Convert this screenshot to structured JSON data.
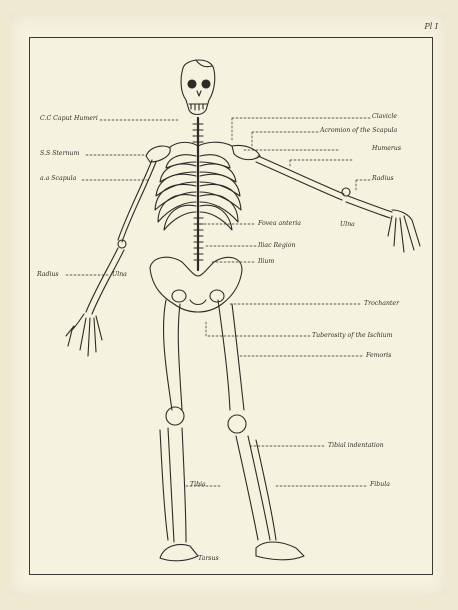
{
  "plate": {
    "number": "Pl I"
  },
  "labels": {
    "caput_humeri": "C.C Caput Humeri",
    "sternum": "S.S Sternum",
    "scapula": "a.a Scapula",
    "radius_left": "Radius",
    "ulna_left": "Ulna",
    "clavicle": "Clavicle",
    "acromion": "Acromion of the Scapula",
    "humerus": "Humerus",
    "radius_right": "Radius",
    "ulna_right": "Ulna",
    "fovea_anterior": "Fovea anteria",
    "iliac_region": "Iliac Region",
    "ilium": "Ilium",
    "trochanter": "Trochanter",
    "tuberosity": "Tuberosity of the Ischium",
    "femur": "Femoris",
    "tibial_indentation": "Tibial indentation",
    "tibia": "Tibia",
    "fibula": "Fibula",
    "tarsus": "Tarsus"
  }
}
